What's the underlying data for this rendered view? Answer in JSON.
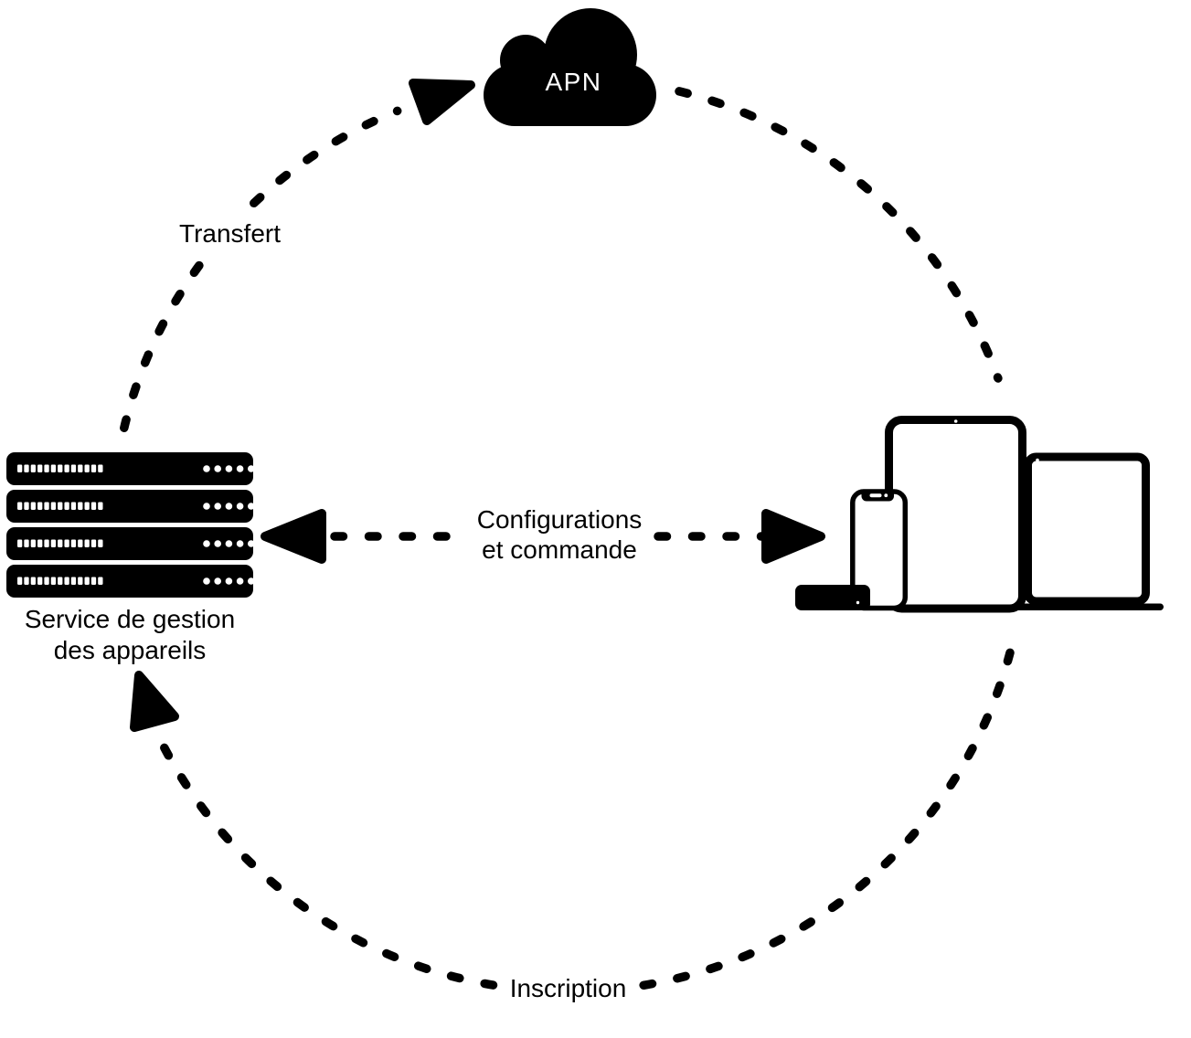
{
  "diagram": {
    "background_color": "#ffffff",
    "ink_color": "#000000",
    "label_on_dark_color": "#ffffff",
    "nodes": {
      "apn": {
        "label": "APN"
      },
      "management_service": {
        "label_line1": "Service de gestion",
        "label_line2": "des appareils"
      },
      "devices": {
        "items": [
          "apple-tv",
          "iphone",
          "ipad",
          "macbook"
        ]
      }
    },
    "edges": {
      "transfer": {
        "label": "Transfert",
        "from": "management_service",
        "to": "apn",
        "style": "dashed-arc-arrow"
      },
      "apn_to_devices": {
        "label": "",
        "from": "apn",
        "to": "devices",
        "style": "dashed-arc"
      },
      "configuration": {
        "label_line1": "Configurations",
        "label_line2": "et commande",
        "between": [
          "management_service",
          "devices"
        ],
        "style": "dashed-double-arrow"
      },
      "enrollment": {
        "label": "Inscription",
        "from": "devices",
        "to": "management_service",
        "style": "dashed-arc-arrow"
      }
    }
  }
}
